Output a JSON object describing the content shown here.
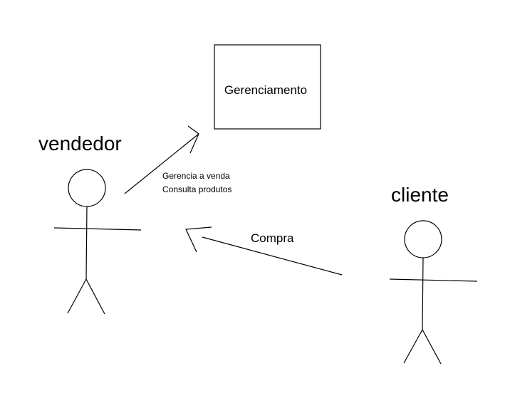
{
  "system_box": {
    "label": "Gerenciamento"
  },
  "actors": {
    "seller": {
      "label": "vendedor"
    },
    "client": {
      "label": "cliente"
    }
  },
  "associations": {
    "seller_to_system": {
      "lines": [
        "Gerencia a venda",
        "Consulta produtos"
      ]
    },
    "client_to_seller": {
      "label": "Compra"
    }
  },
  "colors": {
    "stroke": "#000000",
    "background": "#ffffff"
  }
}
